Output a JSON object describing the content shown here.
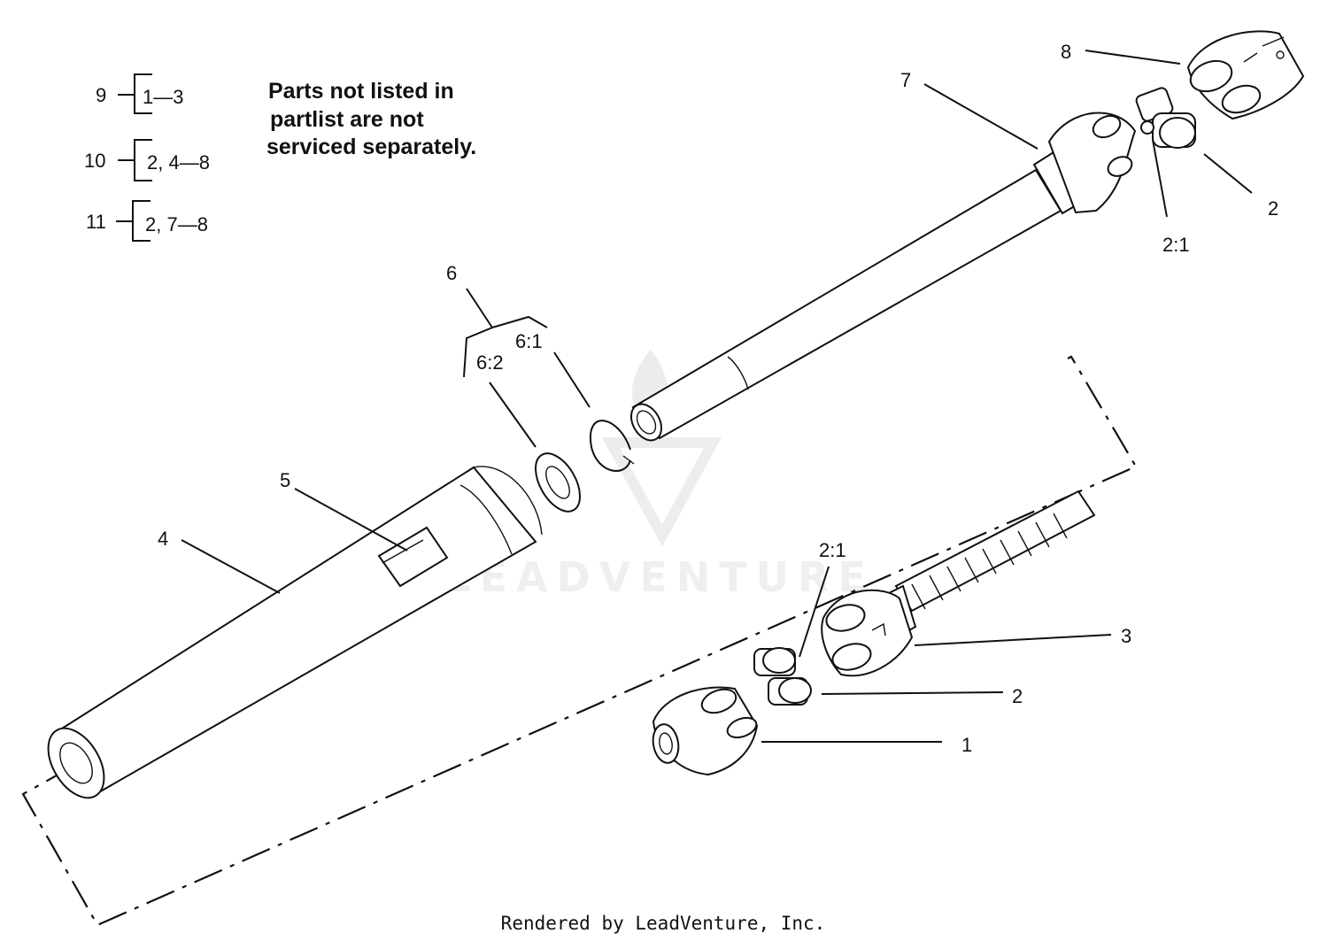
{
  "notes": {
    "line1": "Parts not listed in",
    "line2": "partlist are not",
    "line3": "serviced separately."
  },
  "kits": [
    {
      "id": "9",
      "contents": "1—3"
    },
    {
      "id": "10",
      "contents": "2, 4—8"
    },
    {
      "id": "11",
      "contents": "2, 7—8"
    }
  ],
  "callouts": {
    "c1": "1",
    "c2_lower": "2",
    "c2_upper": "2",
    "c2_1_lower": "2:1",
    "c2_1_upper": "2:1",
    "c3": "3",
    "c4": "4",
    "c5": "5",
    "c6": "6",
    "c6_1": "6:1",
    "c6_2": "6:2",
    "c7": "7",
    "c8": "8"
  },
  "watermark": "LEADVENTURE",
  "footer": "Rendered by LeadVenture, Inc."
}
